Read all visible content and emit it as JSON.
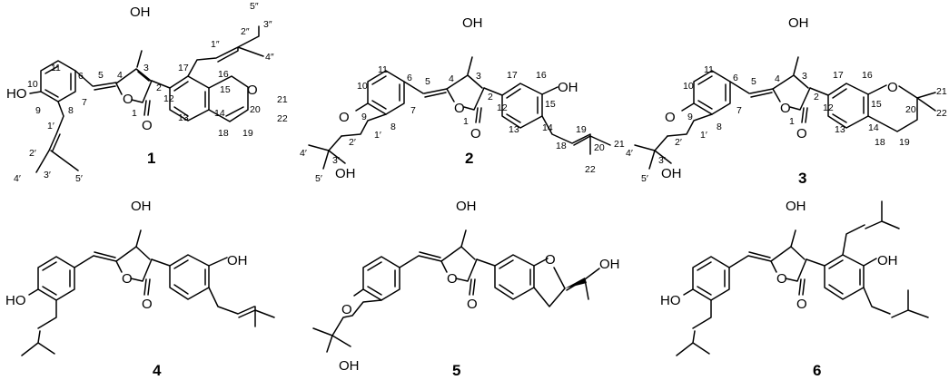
{
  "compounds": [
    {
      "id": "1",
      "atoms": [
        "OH",
        "HO",
        "O",
        "O",
        "O"
      ],
      "numbering": [
        "1",
        "2",
        "3",
        "4",
        "5",
        "6",
        "7",
        "8",
        "9",
        "10",
        "11",
        "12",
        "13",
        "14",
        "15",
        "16",
        "17",
        "18",
        "19",
        "20",
        "21",
        "22",
        "1′",
        "2′",
        "3′",
        "4′",
        "5′",
        "1″",
        "2″",
        "3″",
        "4″",
        "5″"
      ]
    },
    {
      "id": "2",
      "atoms": [
        "OH",
        "OH",
        "O",
        "O",
        "O",
        "OH"
      ],
      "numbering": [
        "1",
        "2",
        "3",
        "4",
        "5",
        "6",
        "7",
        "8",
        "9",
        "10",
        "11",
        "12",
        "13",
        "14",
        "15",
        "16",
        "17",
        "18",
        "19",
        "20",
        "21",
        "22",
        "1′",
        "2′",
        "3′",
        "4′",
        "5′"
      ]
    },
    {
      "id": "3",
      "atoms": [
        "OH",
        "O",
        "O",
        "O",
        "O",
        "OH"
      ],
      "numbering": [
        "1",
        "2",
        "3",
        "4",
        "5",
        "6",
        "7",
        "8",
        "9",
        "10",
        "11",
        "12",
        "13",
        "14",
        "15",
        "16",
        "17",
        "18",
        "19",
        "20",
        "21",
        "22",
        "1′",
        "2′",
        "3′",
        "4′",
        "5′"
      ]
    },
    {
      "id": "4",
      "atoms": [
        "OH",
        "OH",
        "HO",
        "O",
        "O"
      ]
    },
    {
      "id": "5",
      "atoms": [
        "OH",
        "OH",
        "O",
        "O",
        "O",
        "O",
        "OH"
      ]
    },
    {
      "id": "6",
      "atoms": [
        "OH",
        "OH",
        "HO",
        "O",
        "O"
      ]
    }
  ]
}
